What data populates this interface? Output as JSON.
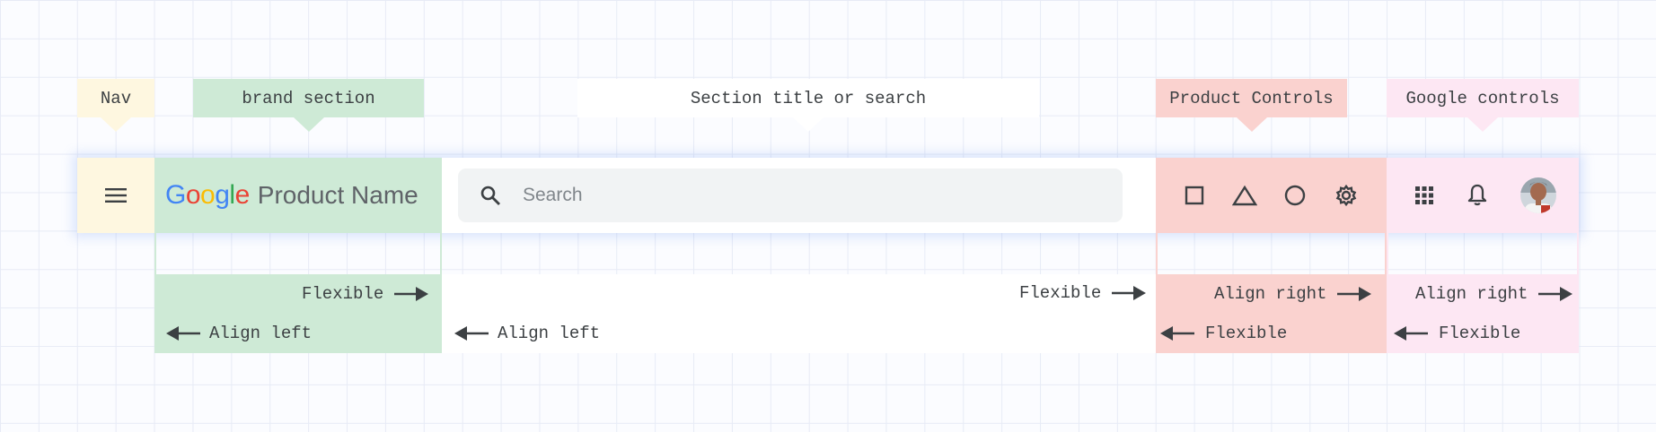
{
  "labels": {
    "nav": "Nav",
    "brand": "brand section",
    "section": "Section title or search",
    "product_controls": "Product Controls",
    "google_controls": "Google controls"
  },
  "appbar": {
    "logo_text": "Google",
    "product_name": "Product Name",
    "search_placeholder": "Search",
    "icons": [
      "menu-icon",
      "search-icon",
      "square-icon",
      "triangle-icon",
      "circle-icon",
      "settings-icon",
      "apps-icon",
      "bell-icon",
      "avatar"
    ]
  },
  "guides": {
    "brand_flexible": "Flexible",
    "brand_align_left": "Align left",
    "section_flexible": "Flexible",
    "section_align_left": "Align left",
    "product_align_right": "Align right",
    "product_flexible": "Flexible",
    "google_align_right": "Align right",
    "google_flexible": "Flexible"
  },
  "colors": {
    "nav": "#fef7e0",
    "brand": "#ceead6",
    "product": "#fad2cf",
    "google": "#fde7f3",
    "search_bg": "#f1f3f4",
    "logo_blue": "#4285F4",
    "logo_red": "#EA4335",
    "logo_yellow": "#FBBC05",
    "logo_green": "#34A853"
  }
}
